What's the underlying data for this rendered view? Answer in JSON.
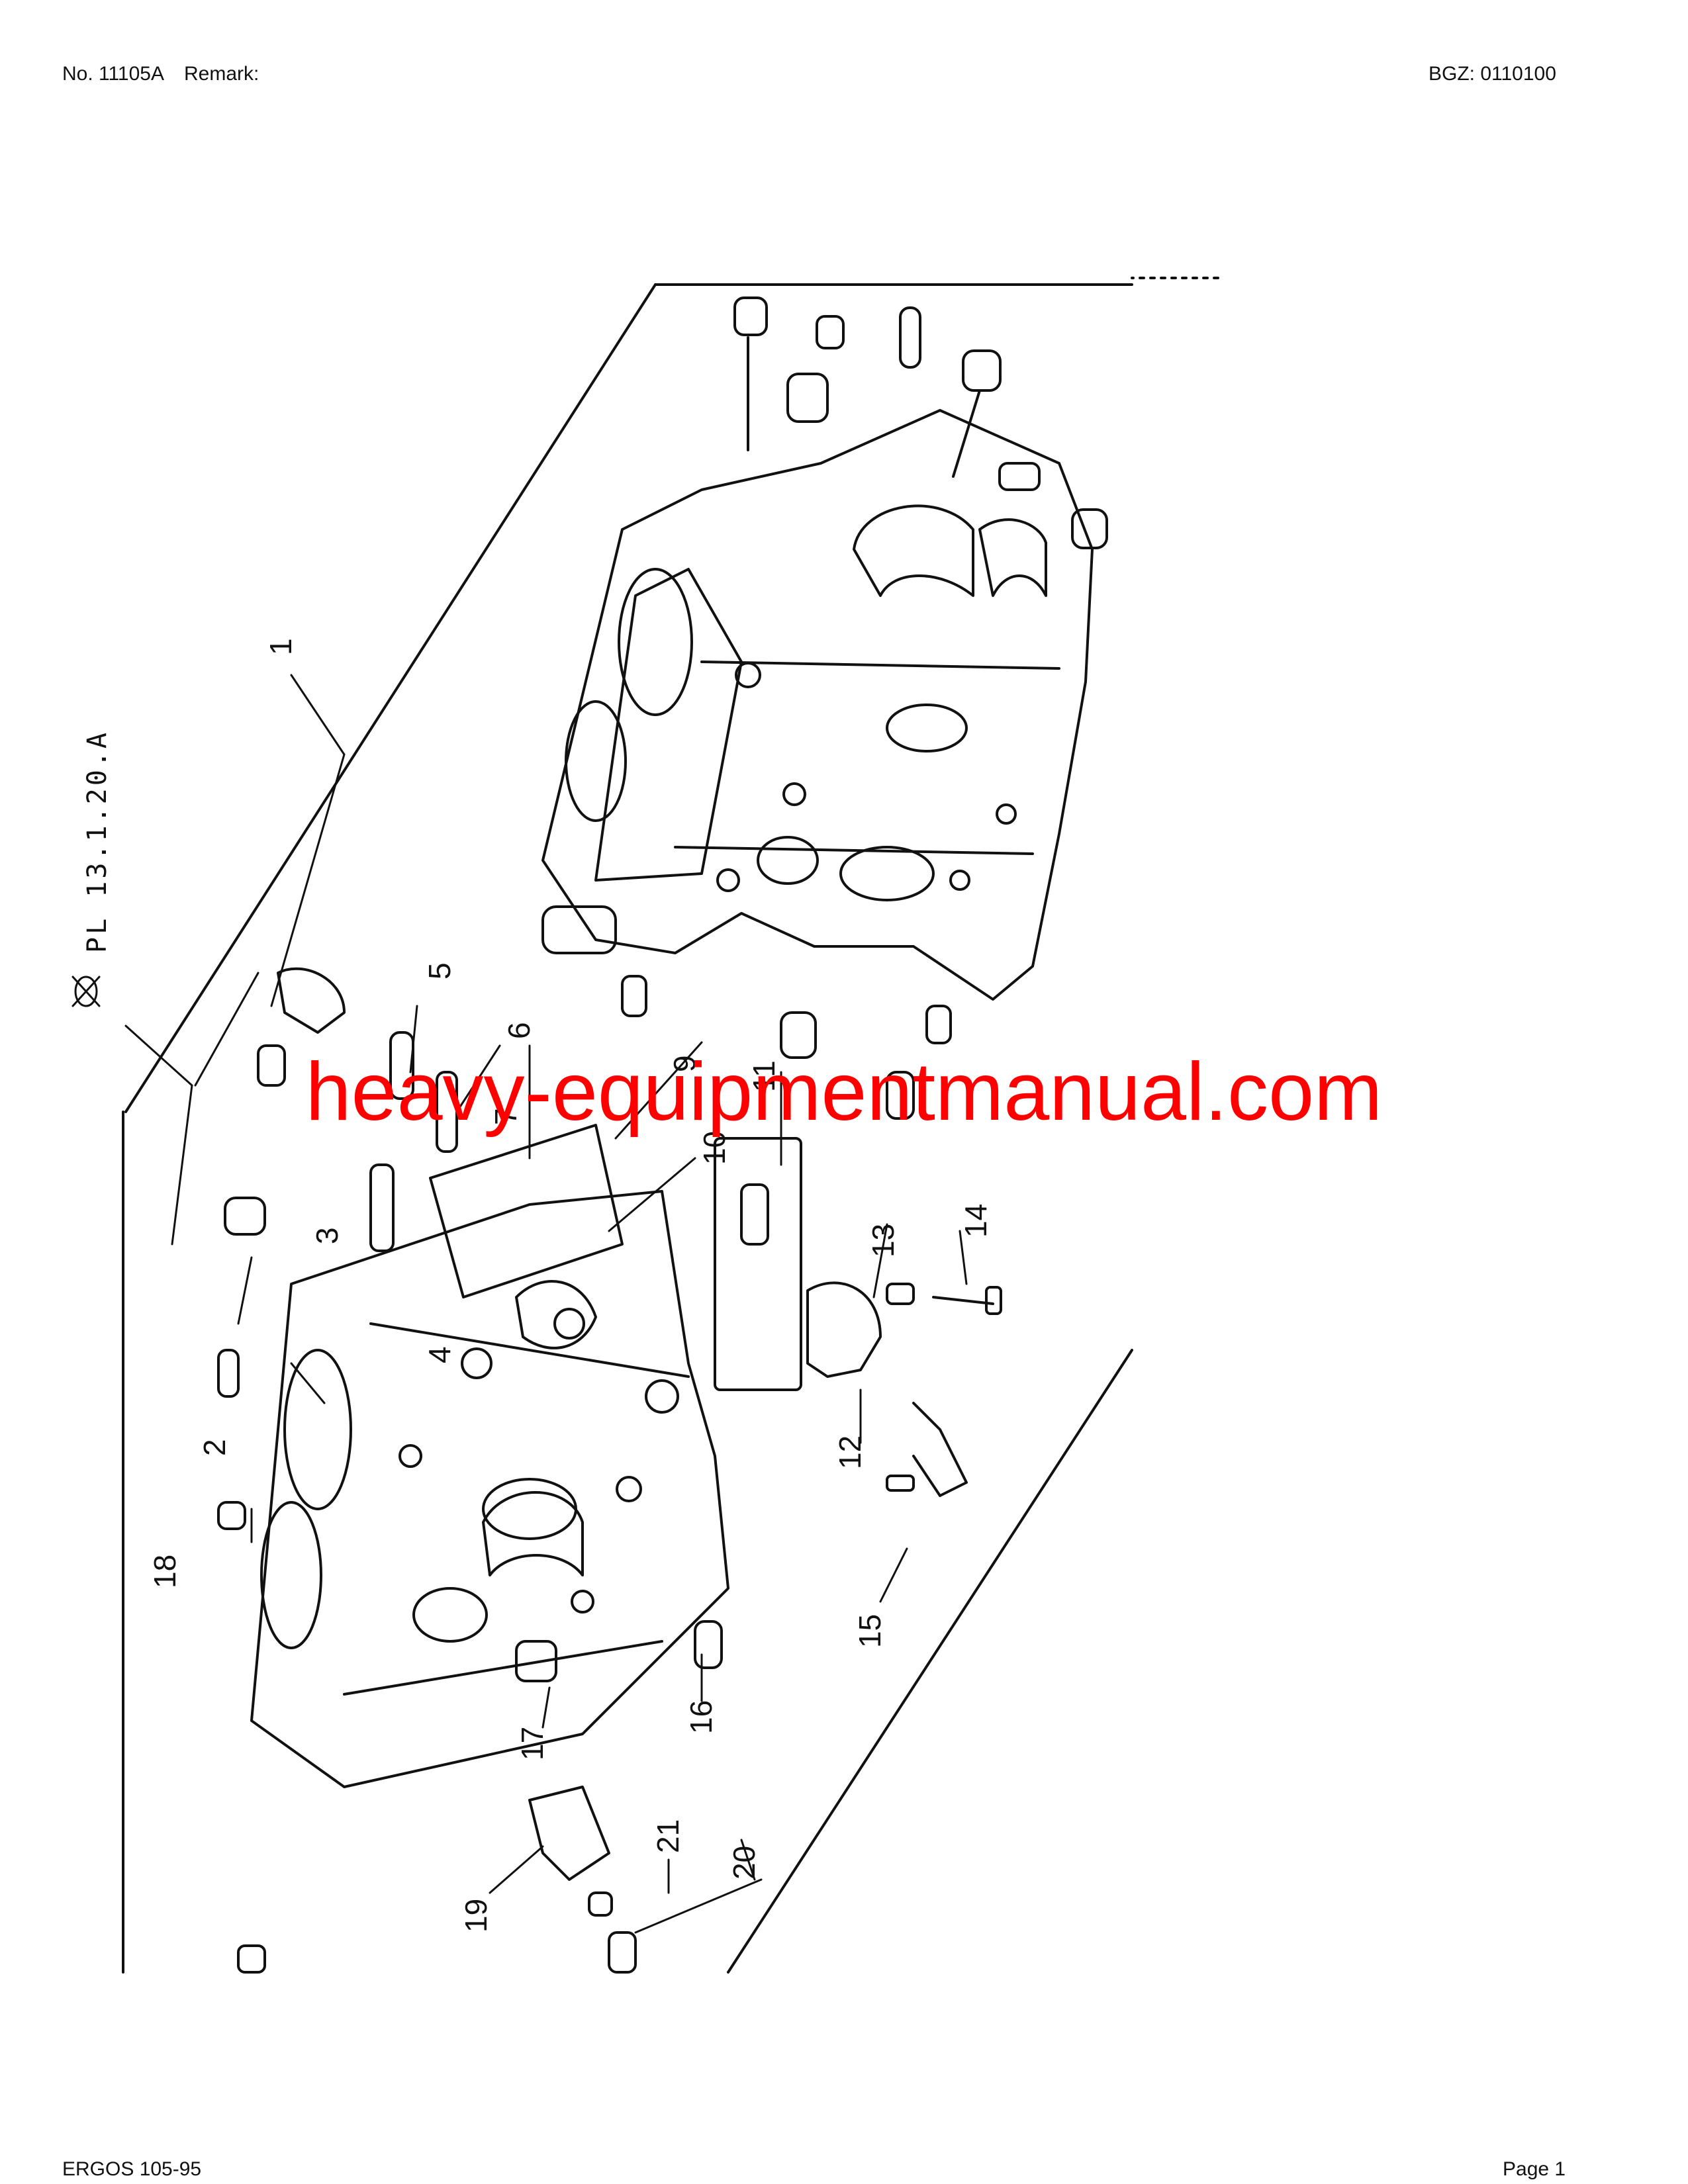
{
  "header": {
    "doc_number": "No. 11105A",
    "remark_label": "Remark:",
    "bgz": "BGZ: 0110100"
  },
  "drawing": {
    "reference_code": "PL 13.1.20.A",
    "callouts": [
      "1",
      "2",
      "3",
      "4",
      "5",
      "6",
      "7",
      "9",
      "10",
      "11",
      "12",
      "13",
      "14",
      "15",
      "16",
      "17",
      "18",
      "19",
      "20",
      "21"
    ]
  },
  "watermark": "heavy-equipmentmanual.com",
  "footer": {
    "model": "ERGOS 105-95",
    "page": "Page 1"
  }
}
